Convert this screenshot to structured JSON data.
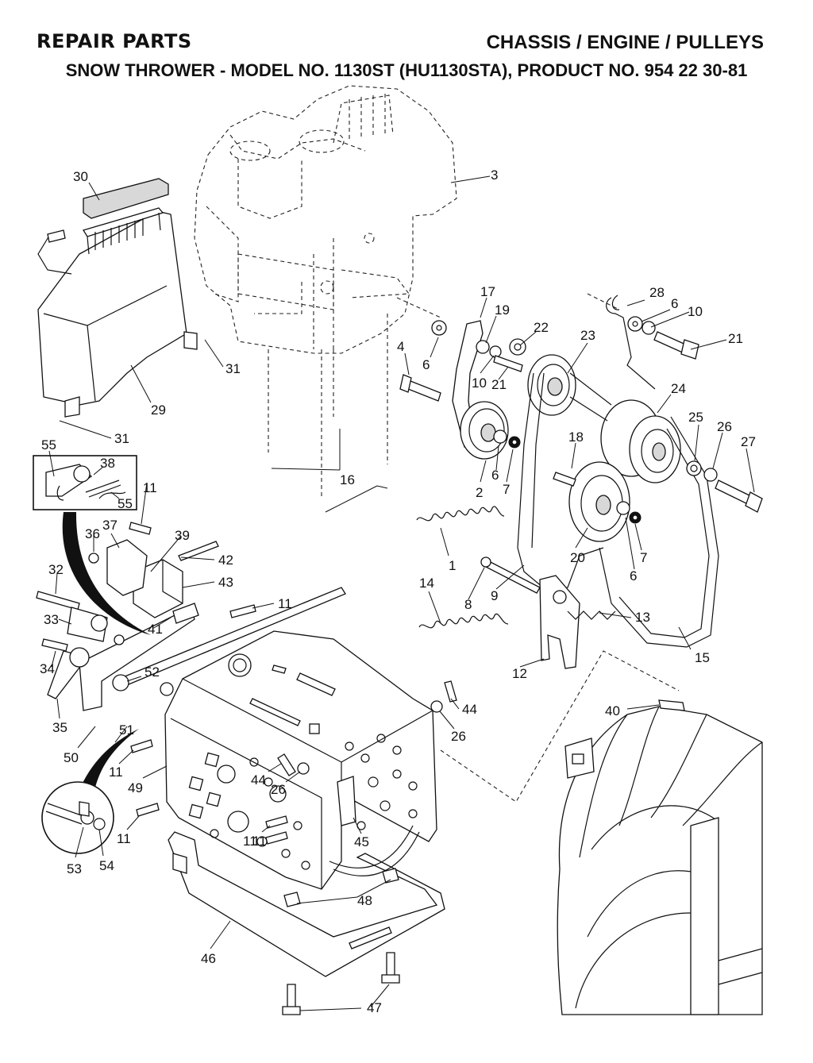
{
  "header": {
    "left": "REPAIR PARTS",
    "right": "CHASSIS / ENGINE / PULLEYS",
    "subtitle": "SNOW THROWER - MODEL NO. 1130ST (HU1130STA), PRODUCT NO. 954 22 30-81"
  },
  "callouts": [
    "1",
    "2",
    "3",
    "4",
    "6",
    "6",
    "6",
    "6",
    "7",
    "7",
    "8",
    "9",
    "10",
    "10",
    "11",
    "11",
    "11",
    "11",
    "11",
    "11",
    "12",
    "13",
    "14",
    "15",
    "16",
    "17",
    "18",
    "19",
    "20",
    "21",
    "21",
    "22",
    "23",
    "24",
    "25",
    "26",
    "26",
    "26",
    "27",
    "28",
    "29",
    "30",
    "31",
    "31",
    "32",
    "33",
    "34",
    "35",
    "36",
    "37",
    "38",
    "39",
    "40",
    "41",
    "42",
    "43",
    "44",
    "44",
    "45",
    "46",
    "47",
    "48",
    "49",
    "50",
    "51",
    "52",
    "53",
    "54",
    "55",
    "55"
  ]
}
